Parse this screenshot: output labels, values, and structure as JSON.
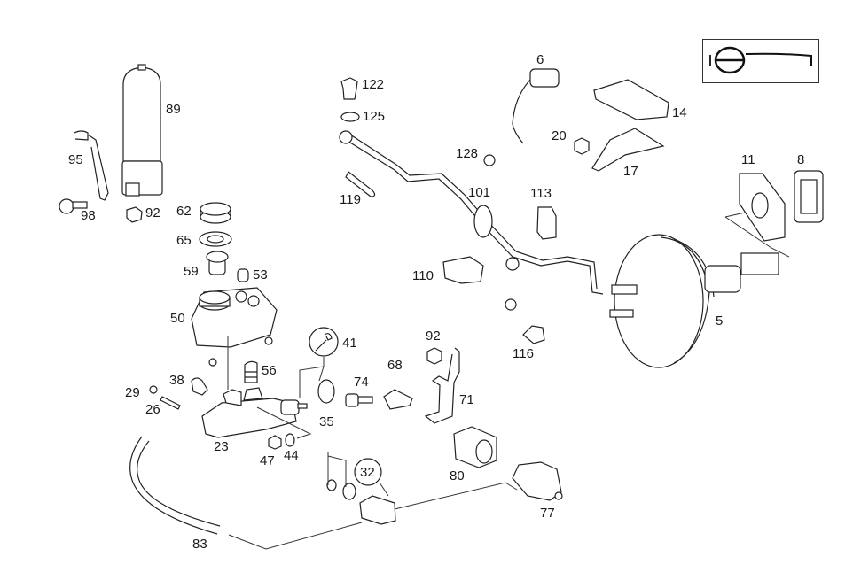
{
  "diagram": {
    "title": "Brake master cylinder, brake booster and fluid reservoir exploded parts view",
    "inset_icon": "steering-wheel-left-hand-drive-icon",
    "parts": [
      {
        "id": "p89",
        "number": "89",
        "name": "pressure-reservoir"
      },
      {
        "id": "p95",
        "number": "95",
        "name": "bracket"
      },
      {
        "id": "p98",
        "number": "98",
        "name": "bolt"
      },
      {
        "id": "p92a",
        "number": "92",
        "name": "nut"
      },
      {
        "id": "p62",
        "number": "62",
        "name": "reservoir-cap"
      },
      {
        "id": "p65",
        "number": "65",
        "name": "seal-ring"
      },
      {
        "id": "p59",
        "number": "59",
        "name": "filter-strainer"
      },
      {
        "id": "p53",
        "number": "53",
        "name": "plug"
      },
      {
        "id": "p50",
        "number": "50",
        "name": "brake-fluid-reservoir"
      },
      {
        "id": "p56",
        "number": "56",
        "name": "grommet"
      },
      {
        "id": "p41",
        "number": "41",
        "name": "repair-kit"
      },
      {
        "id": "p38",
        "number": "38",
        "name": "cap"
      },
      {
        "id": "p29",
        "number": "29",
        "name": "nut"
      },
      {
        "id": "p26",
        "number": "26",
        "name": "bleeder-screw"
      },
      {
        "id": "p23",
        "number": "23",
        "name": "master-cylinder"
      },
      {
        "id": "p35",
        "number": "35",
        "name": "o-ring"
      },
      {
        "id": "p47",
        "number": "47",
        "name": "nut"
      },
      {
        "id": "p44",
        "number": "44",
        "name": "washer"
      },
      {
        "id": "p74",
        "number": "74",
        "name": "screw"
      },
      {
        "id": "p68",
        "number": "68",
        "name": "clamp"
      },
      {
        "id": "p92b",
        "number": "92",
        "name": "nut"
      },
      {
        "id": "p71",
        "number": "71",
        "name": "bracket"
      },
      {
        "id": "p80",
        "number": "80",
        "name": "rubber-mount"
      },
      {
        "id": "p32",
        "number": "32",
        "name": "valve-kit"
      },
      {
        "id": "p77",
        "number": "77",
        "name": "pressure-switch"
      },
      {
        "id": "p83",
        "number": "83",
        "name": "hose"
      },
      {
        "id": "p122",
        "number": "122",
        "name": "banjo-bolt"
      },
      {
        "id": "p125",
        "number": "125",
        "name": "sealing-washer"
      },
      {
        "id": "p119",
        "number": "119",
        "name": "sleeve"
      },
      {
        "id": "p101",
        "number": "101",
        "name": "vacuum-line"
      },
      {
        "id": "p128",
        "number": "128",
        "name": "hose-clamp"
      },
      {
        "id": "p113",
        "number": "113",
        "name": "line-clip"
      },
      {
        "id": "p110",
        "number": "110",
        "name": "line-holder"
      },
      {
        "id": "p116",
        "number": "116",
        "name": "grommet"
      },
      {
        "id": "p6",
        "number": "6",
        "name": "sensor"
      },
      {
        "id": "p20",
        "number": "20",
        "name": "nut"
      },
      {
        "id": "p14",
        "number": "14",
        "name": "connector-block"
      },
      {
        "id": "p17",
        "number": "17",
        "name": "bracket"
      },
      {
        "id": "p11",
        "number": "11",
        "name": "gasket"
      },
      {
        "id": "p8",
        "number": "8",
        "name": "seal"
      },
      {
        "id": "p5",
        "number": "5",
        "name": "brake-booster"
      }
    ]
  }
}
